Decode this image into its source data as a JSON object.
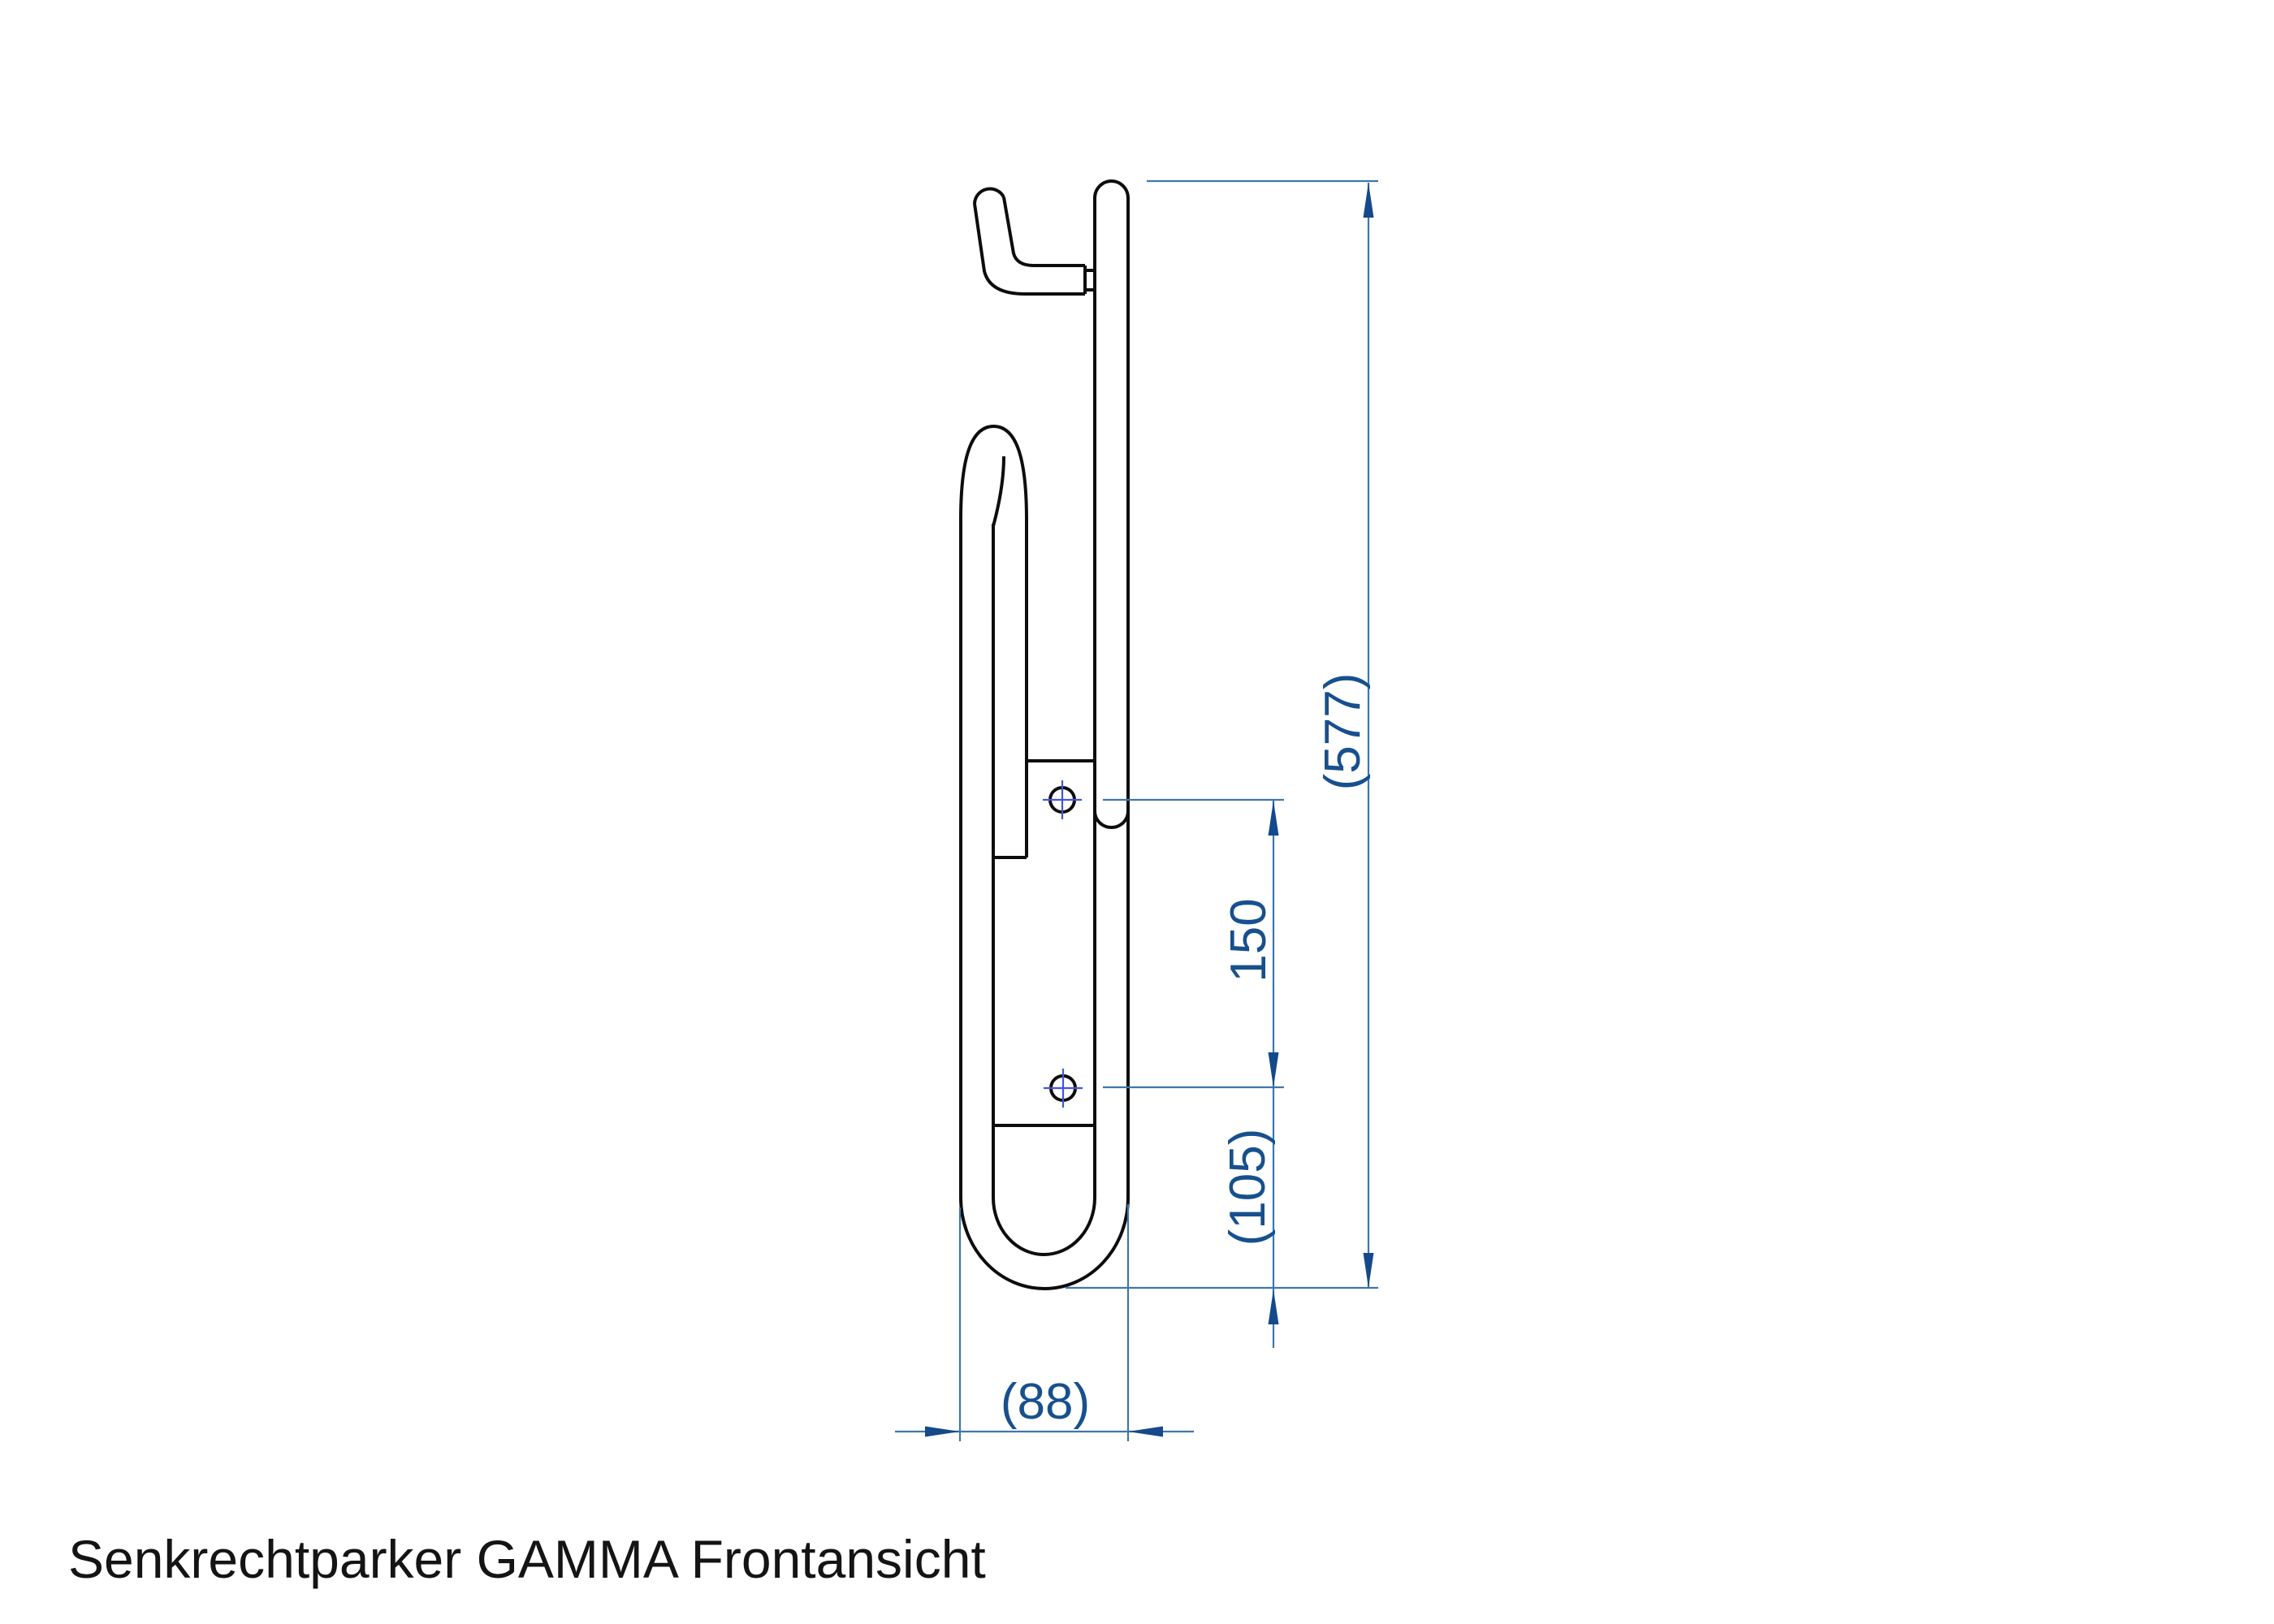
{
  "title": "Senkrechtparker GAMMA Frontansicht",
  "dimensions": {
    "total_height": {
      "label": "(577)",
      "value": 577,
      "orientation": "vertical"
    },
    "hole_spacing": {
      "label": "150",
      "value": 150,
      "orientation": "vertical"
    },
    "lower_hole_to_bottom": {
      "label": "(105)",
      "value": 105,
      "orientation": "vertical"
    },
    "total_width": {
      "label": "(88)",
      "value": 88,
      "orientation": "horizontal"
    }
  },
  "colors": {
    "background": "#ffffff",
    "part_outline": "#0d0d0d",
    "dimension_line": "#4076ab",
    "dimension_arrow": "#16498a",
    "dimension_text": "#17508e",
    "centerline": "#4455dd",
    "title_text": "#141414"
  }
}
